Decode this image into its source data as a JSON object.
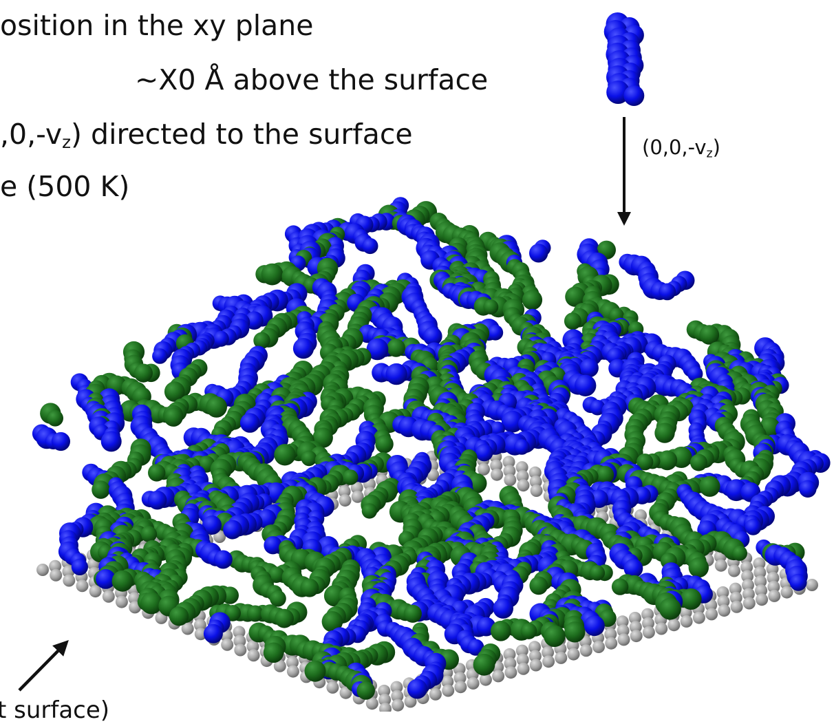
{
  "bullets": [
    {
      "text": "osition in the xy plane"
    },
    {
      "text": "~X0 Å above the surface"
    },
    {
      "pre": ",0,-v",
      "sub": "z",
      "post": ") directed to the surface"
    },
    {
      "text": "e  (500 K)"
    }
  ],
  "velocity_label": {
    "pre": "(0,0,-v",
    "sub": "z",
    "post": ")"
  },
  "bottom_label": "t surface)",
  "colors": {
    "polymer_green": "#1a6b1a",
    "polymer_blue": "#0a10e6",
    "substrate_gray": "#a0a0a0",
    "arrow": "#111111"
  }
}
